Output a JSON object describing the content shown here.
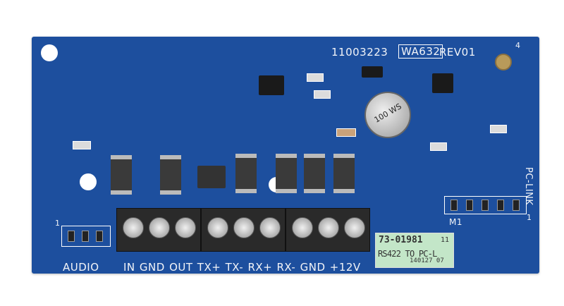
{
  "board": {
    "part_number": "11003223",
    "model_box": "WA632",
    "revision": "REV01",
    "corner_mark": "4",
    "header_m1": "M1",
    "pc_link": "PC-LINK",
    "pin1_left": "1",
    "pin1_right": "1",
    "audio_label": "AUDIO",
    "terminal_labels": "IN GND OUT TX+ TX- RX+ RX- GND +12V",
    "capacitor_text": "100 WS",
    "colors": {
      "pcb": "#1d4f9e",
      "sticker": "#c3e6c8",
      "terminal": "#2a2a2a"
    }
  },
  "sticker": {
    "line1": "73-01981",
    "code": "11",
    "line2": "RS422 TO PC-L",
    "date": "140127 07"
  }
}
